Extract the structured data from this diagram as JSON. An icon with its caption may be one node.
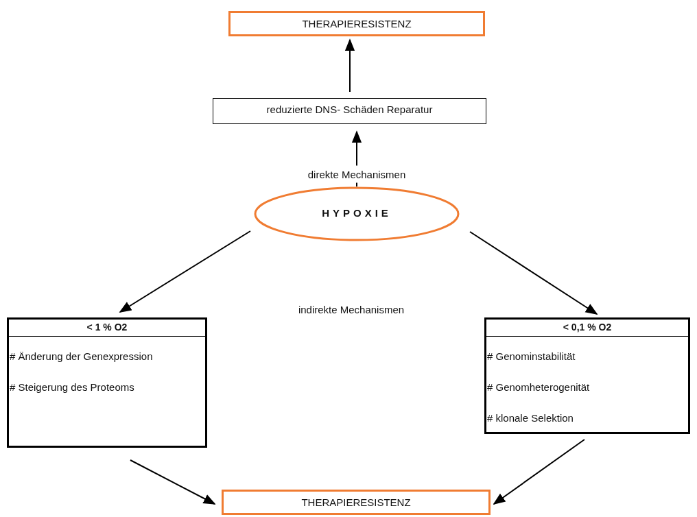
{
  "diagram": {
    "nodes": [
      {
        "text": [
          "THERAPIERESISTENZ"
        ]
      },
      {
        "text": [
          "reduzierte DNS- Schäden Reparatur"
        ]
      },
      {
        "text": [
          "HYPOXIE"
        ]
      },
      {
        "text": [
          "< 1 % O2",
          "# Änderung der Genexpression",
          "# Steigerung des Proteoms"
        ]
      },
      {
        "text": [
          "< 0,1 % O2",
          "# Genominstabilität",
          "# Genomheterogenität",
          "# klonale Selektion"
        ]
      },
      {
        "text": [
          "THERAPIERESISTENZ"
        ]
      }
    ],
    "edges": [
      {
        "from": 1,
        "to": 0,
        "arrow": "to"
      },
      {
        "from": 2,
        "to": 1,
        "arrow": "to",
        "label": "direkte Mechanismen"
      },
      {
        "from": 2,
        "to": 3,
        "arrow": "to"
      },
      {
        "from": 2,
        "to": 4,
        "arrow": "to"
      },
      {
        "from": 3,
        "to": 5,
        "arrow": "to"
      },
      {
        "from": 4,
        "to": 5,
        "arrow": "to"
      }
    ],
    "labels": [
      "indirekte Mechanismen"
    ]
  }
}
